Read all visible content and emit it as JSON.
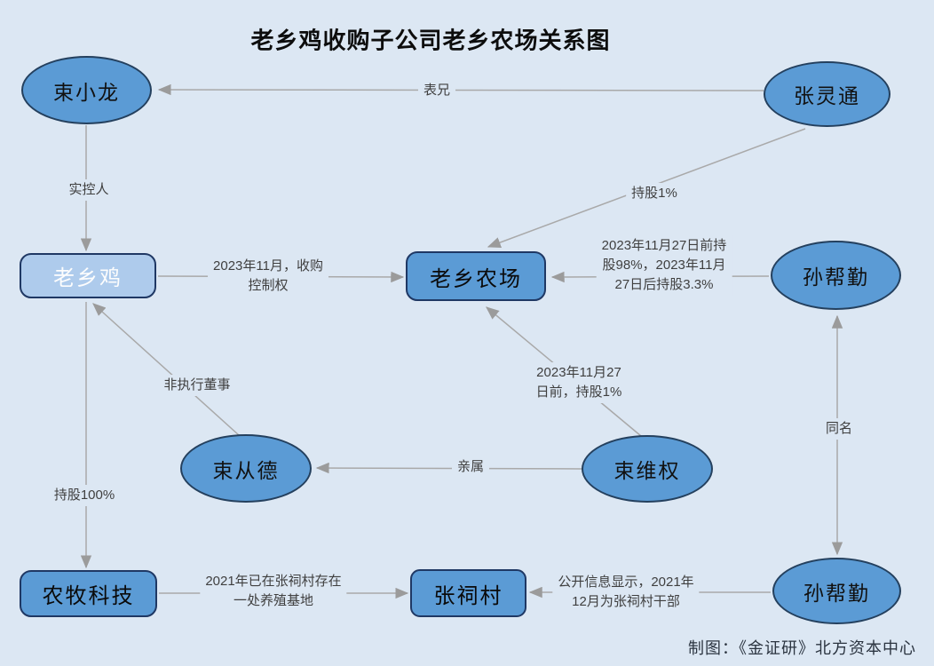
{
  "title": "老乡鸡收购子公司老乡农场关系图",
  "credit": "制图：《金证研》北方资本中心",
  "colors": {
    "background": "#dce7f3",
    "node_fill": "#5b9bd5",
    "node_fill_light": "#aecbec",
    "node_border": "#1f3864",
    "edge_line": "#a9a9a9",
    "arrowhead": "#9b9b9b"
  },
  "nodes": {
    "shu_xiaolong": {
      "label": "束小龙",
      "shape": "ellipse"
    },
    "zhang_lingtong": {
      "label": "张灵通",
      "shape": "ellipse"
    },
    "laoxiangji": {
      "label": "老乡鸡",
      "shape": "rounded-rect"
    },
    "laoxiang_farm": {
      "label": "老乡农场",
      "shape": "rounded-rect"
    },
    "sun_bangqin_top": {
      "label": "孙帮勤",
      "shape": "ellipse"
    },
    "shu_congde": {
      "label": "束从德",
      "shape": "ellipse"
    },
    "shu_weiquan": {
      "label": "束维权",
      "shape": "ellipse"
    },
    "nongmu_tech": {
      "label": "农牧科技",
      "shape": "rounded-rect"
    },
    "zhangci_village": {
      "label": "张祠村",
      "shape": "rounded-rect"
    },
    "sun_bangqin_bottom": {
      "label": "孙帮勤",
      "shape": "ellipse"
    }
  },
  "edges": {
    "cousin": {
      "label": "表兄",
      "from": "张灵通",
      "to": "束小龙"
    },
    "actual_controller": {
      "label": "实控人",
      "from": "束小龙",
      "to": "老乡鸡"
    },
    "holds_1pct": {
      "label": "持股1%",
      "from": "张灵通",
      "to": "老乡农场"
    },
    "acquire_control": {
      "label": "2023年11月，收购\n控制权",
      "from": "老乡鸡",
      "to": "老乡农场"
    },
    "holds_98pct": {
      "label": "2023年11月27日前持\n股98%，2023年11月\n27日后持股3.3%",
      "from": "孙帮勤",
      "to": "老乡农场"
    },
    "holds_1pct_before": {
      "label": "2023年11月27\n日前，持股1%",
      "from": "束维权",
      "to": "老乡农场"
    },
    "relative": {
      "label": "亲属",
      "from": "束维权",
      "to": "束从德"
    },
    "non_exec_director": {
      "label": "非执行董事",
      "from": "束从德",
      "to": "老乡鸡"
    },
    "holds_100pct": {
      "label": "持股100%",
      "from": "老乡鸡",
      "to": "农牧科技"
    },
    "breeding_base": {
      "label": "2021年已在张祠村存在\n一处养殖基地",
      "from": "农牧科技",
      "to": "张祠村"
    },
    "village_cadre": {
      "label": "公开信息显示，2021年\n12月为张祠村干部",
      "from": "孙帮勤",
      "to": "张祠村"
    },
    "same_name": {
      "label": "同名",
      "from": "孙帮勤",
      "to": "孙帮勤",
      "bidirectional": true
    }
  }
}
